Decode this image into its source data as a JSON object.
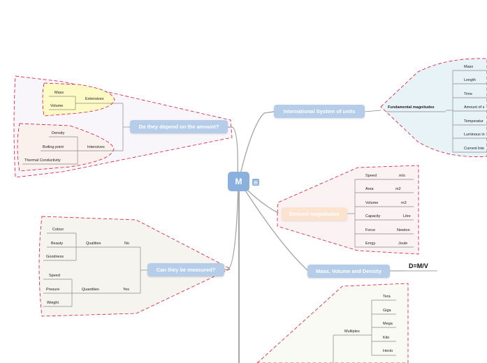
{
  "central": {
    "label": "M"
  },
  "branches": {
    "international": {
      "label": "International System of units"
    },
    "fundamental": {
      "label": "Fundamental magnitudes",
      "items": [
        "Mass",
        "Length",
        "Time",
        "Amount of s",
        "Temperatur",
        "Luminous in",
        "Current Inte"
      ]
    },
    "derived": {
      "label": "Derived magnitudes",
      "items": [
        {
          "name": "Speed",
          "unit": "m/s"
        },
        {
          "name": "Area",
          "unit": "m2"
        },
        {
          "name": "Volume",
          "unit": "m3"
        },
        {
          "name": "Capacity",
          "unit": "Litre"
        },
        {
          "name": "Force",
          "unit": "Newton"
        },
        {
          "name": "Enrgy",
          "unit": "Joule"
        }
      ]
    },
    "mass_volume_density": {
      "label": "Mass, Volume and Density",
      "formula": "D=M/V"
    },
    "multiples": {
      "label": "Multiples",
      "items": [
        "Tera",
        "Giga",
        "Mega",
        "Kilo",
        "Hecto"
      ]
    },
    "depend": {
      "label": "Do they depend on the amount?",
      "extensives": {
        "label": "Extensives",
        "items": [
          "Mass",
          "Volume"
        ]
      },
      "intensives": {
        "label": "Intensives",
        "items": [
          "Density",
          "Boiling point",
          "Thermal Conductivity"
        ]
      }
    },
    "measured": {
      "label": "Can  they be measured?",
      "qualities": {
        "label": "Qualities",
        "answer": "No",
        "items": [
          "Colour",
          "Beauty",
          "Goodness"
        ]
      },
      "quantities": {
        "label": "Quantities",
        "answer": "Yes",
        "items": [
          "Speed",
          "Presure",
          "Weight"
        ]
      }
    }
  },
  "colors": {
    "accent": "#8ab1dd",
    "boundary": "#d9143a",
    "connector": "#a9a9a9"
  }
}
